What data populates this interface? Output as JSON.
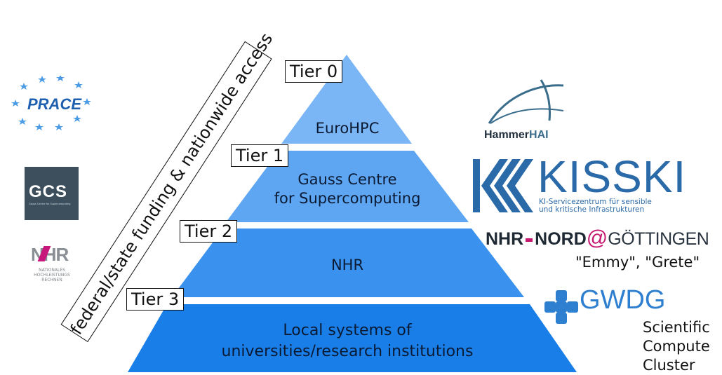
{
  "funding_banner": "federal/state funding & nationwide access",
  "tiers": [
    {
      "tier": "Tier 0",
      "name": "EuroHPC",
      "color": "#7ab6f5"
    },
    {
      "tier": "Tier 1",
      "name": "Gauss Centre for Supercomputing",
      "name_line1": "Gauss Centre",
      "name_line2": "for Supercomputing",
      "color": "#5ea6f2"
    },
    {
      "tier": "Tier 2",
      "name": "NHR",
      "color": "#3a92ee"
    },
    {
      "tier": "Tier 3",
      "name": "Local systems of universities/research institutions",
      "name_line1": "Local systems of",
      "name_line2": "universities/research institutions",
      "color": "#1a7ee8"
    }
  ],
  "left_logos": {
    "prace": "PRACE",
    "gcs": {
      "text": "GCS",
      "subtitle": "Gauss Centre for Supercomputing",
      "color": "#3d4f5c"
    },
    "nhr": {
      "text": "NHR",
      "subtitle_line1": "NATIONALES",
      "subtitle_line2": "HOCHLEISTUNGS",
      "subtitle_line3": "RECHNEN"
    }
  },
  "right_logos": {
    "hammerhai": {
      "prefix": "Hammer",
      "suffix": "HAI"
    },
    "kisski": {
      "name": "KISSKI",
      "line1": "KI-Servicezentrum für sensible",
      "line2": "und kritische Infrastrukturen",
      "color": "#2b6aa8"
    },
    "nhr_nord": {
      "part1": "NHR",
      "part2": "NORD",
      "at": "@",
      "part3": "GÖTTINGEN"
    },
    "systems": "\"Emmy\", \"Grete\"",
    "gwdg": {
      "name": "GWDG",
      "color": "#2f7fd0"
    },
    "scc": {
      "line1": "Scientific",
      "line2": "Compute",
      "line3": "Cluster"
    }
  }
}
